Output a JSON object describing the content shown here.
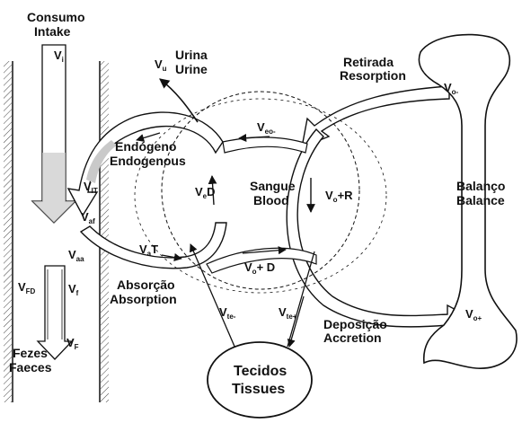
{
  "labels": {
    "consumo": "Consumo",
    "intake": "Intake",
    "urina": "Urina",
    "urine": "Urine",
    "retirada": "Retirada",
    "resorption": "Resorption",
    "endogeno": "Endógeno",
    "endogenous": "Endogenous",
    "sangue": "Sangue",
    "blood": "Blood",
    "balanco": "Balanço",
    "balance": "Balance",
    "absorcao": "Absorção",
    "absorption": "Absorption",
    "deposicao": "Deposição",
    "accretion": "Accretion",
    "fezes": "Fezes",
    "faeces": "Faeces",
    "tecidos": "Tecidos",
    "tissues": "Tissues"
  },
  "symbols": {
    "vi": {
      "main": "V",
      "sub": "i"
    },
    "vu": {
      "main": "V",
      "sub": "u"
    },
    "vo_minus": {
      "main": "V",
      "sub": "o-"
    },
    "veo_minus": {
      "main": "V",
      "sub": "eo-"
    },
    "ved": {
      "main": "V",
      "sub": "e",
      "tail": "D"
    },
    "vit": {
      "main": "V",
      "sub": "IT"
    },
    "vor": {
      "main": "V",
      "sub": "o",
      "tail": "+R"
    },
    "vaf": {
      "main": "V",
      "sub": "af"
    },
    "vaa": {
      "main": "V",
      "sub": "aa"
    },
    "vat": {
      "main": "V",
      "sub": "a",
      "tail": "T"
    },
    "vod": {
      "main": "V",
      "sub": "o",
      "tail": "+ D"
    },
    "vfd": {
      "main": "V",
      "sub": "FD"
    },
    "vf": {
      "main": "V",
      "sub": "f"
    },
    "vF": {
      "main": "V",
      "sub": "F"
    },
    "vte_minus": {
      "main": "V",
      "sub": "te-"
    },
    "vte_plus": {
      "main": "V",
      "sub": "te+"
    },
    "vo_plus": {
      "main": "V",
      "sub": "o+"
    }
  },
  "colors": {
    "ink": "#111111",
    "shade": "#bdbdbd",
    "background": "#ffffff"
  }
}
